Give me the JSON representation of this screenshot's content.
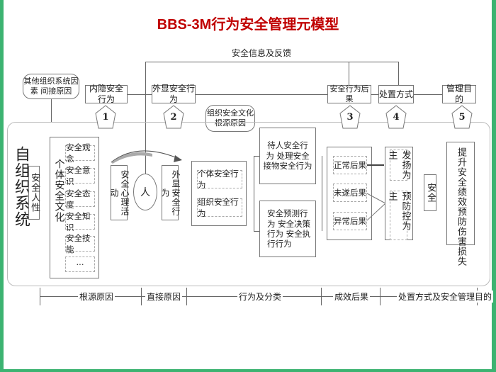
{
  "title": "BBS-3M行为安全管理元模型",
  "feedback": "安全信息及反馈",
  "top": {
    "indirect": "其他组织系统因素 间接原因",
    "implicit": "内隐安全行为",
    "explicit": "外显安全行为",
    "consequence": "安全行为后果",
    "disposal": "处置方式",
    "purpose": "管理目的",
    "org_culture": "组织安全文化 根源原因"
  },
  "steps": [
    "1",
    "2",
    "3",
    "4",
    "5"
  ],
  "self_org": "自组织系统",
  "human_nature": "安全人性",
  "individual_culture": "个体安全文化",
  "culture_items": [
    "安全观念",
    "安全意识",
    "安全态度",
    "安全知识",
    "安全技能",
    "···"
  ],
  "psych": "安全心理活动",
  "person": "人",
  "explicit_v": "外显安全行为",
  "behav": [
    "个体安全行为",
    "组织安全行为"
  ],
  "obj_behav": [
    "待人安全行",
    "为 处理安全",
    "接物安全行为"
  ],
  "proc_behav": [
    "安全预测行",
    "为 安全决策",
    "行为 安全执",
    "行行为"
  ],
  "results": [
    "正常后果",
    "未遂后果",
    "异常后果"
  ],
  "handle": [
    "发扬为主",
    "预防控为主"
  ],
  "safety": "安全",
  "goals": [
    "提升安全绩效",
    "预防伤害损失"
  ],
  "bottom": [
    "根源原因",
    "直接原因",
    "行为及分类",
    "成效后果",
    "处置方式及安全管理目的"
  ]
}
